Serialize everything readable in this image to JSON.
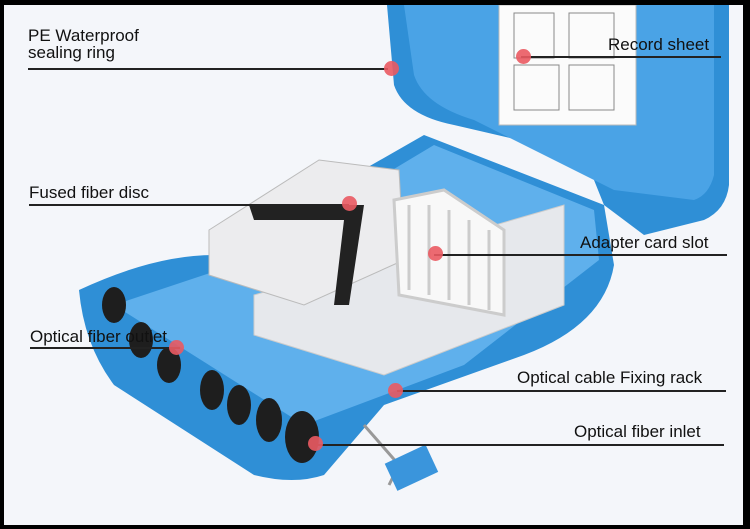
{
  "annotations": [
    {
      "id": "pe-waterproof-sealing-ring",
      "lines": [
        "PE Waterproof",
        "sealing ring"
      ]
    },
    {
      "id": "record-sheet",
      "text": "Record sheet"
    },
    {
      "id": "fused-fiber-disc",
      "text": "Fused fiber disc"
    },
    {
      "id": "adapter-card-slot",
      "text": "Adapter card slot"
    },
    {
      "id": "optical-fiber-outlet",
      "text": "Optical fiber outlet"
    },
    {
      "id": "optical-cable-fixing-rack",
      "text": "Optical cable Fixing rack"
    },
    {
      "id": "optical-fiber-inlet",
      "text": "Optical fiber inlet"
    }
  ],
  "colors": {
    "background": "#f4f6fa",
    "box_blue": "#2f8fd6",
    "marker": "#ea5a62",
    "tray": "#e6e8ec"
  }
}
